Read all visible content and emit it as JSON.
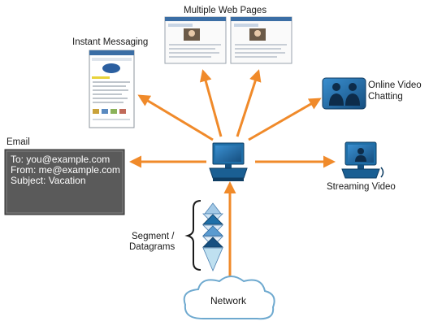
{
  "labels": {
    "instant_messaging": "Instant Messaging",
    "multiple_web_pages": "Multiple Web Pages",
    "online_video_line1": "Online Video",
    "online_video_line2": "Chatting",
    "email": "Email",
    "streaming_video": "Streaming Video",
    "segment_line1": "Segment /",
    "segment_line2": "Datagrams",
    "network": "Network"
  },
  "email_message": {
    "to": "To: you@example.com",
    "from": "From: me@example.com",
    "subject": "Subject: Vacation"
  },
  "colors": {
    "arrow": "#f08a2a",
    "email_box": "#5a5a5a",
    "computer": "#1f6fa8",
    "cloud_stroke": "#6ea9cf"
  }
}
